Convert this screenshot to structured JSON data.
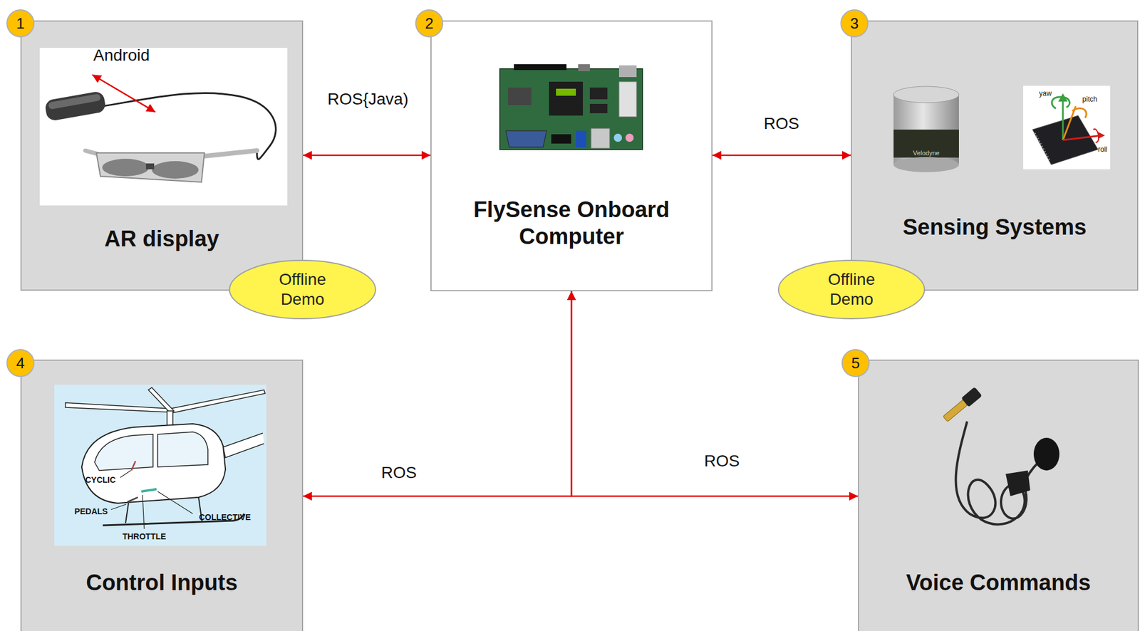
{
  "diagram": {
    "nodes": [
      {
        "text": [
          "AR display"
        ]
      },
      {
        "text": [
          "Offline Demo"
        ]
      },
      {
        "text": [
          "FlySense Onboard Computer"
        ]
      },
      {
        "text": [
          "Sensing Systems"
        ]
      },
      {
        "text": [
          "Offline Demo"
        ]
      },
      {
        "text": [
          "Control Inputs"
        ]
      },
      {
        "text": [
          "Voice Commands"
        ]
      }
    ],
    "edges": [
      {
        "from": 0,
        "to": 2,
        "label": "ROS{Java)",
        "arrow": "both"
      },
      {
        "from": 2,
        "to": 3,
        "label": "ROS",
        "arrow": "both"
      },
      {
        "from": 2,
        "to": 5,
        "label": "ROS",
        "arrow": "both"
      },
      {
        "from": 2,
        "to": 6,
        "label": "ROS",
        "arrow": "both"
      }
    ],
    "labels": [
      "1",
      "2",
      "3",
      "4",
      "5",
      "Android",
      "Velodyne",
      "yaw",
      "pitch",
      "roll",
      "CYCLIC",
      "PEDALS",
      "COLLECTIVE",
      "THROTTLE"
    ]
  }
}
